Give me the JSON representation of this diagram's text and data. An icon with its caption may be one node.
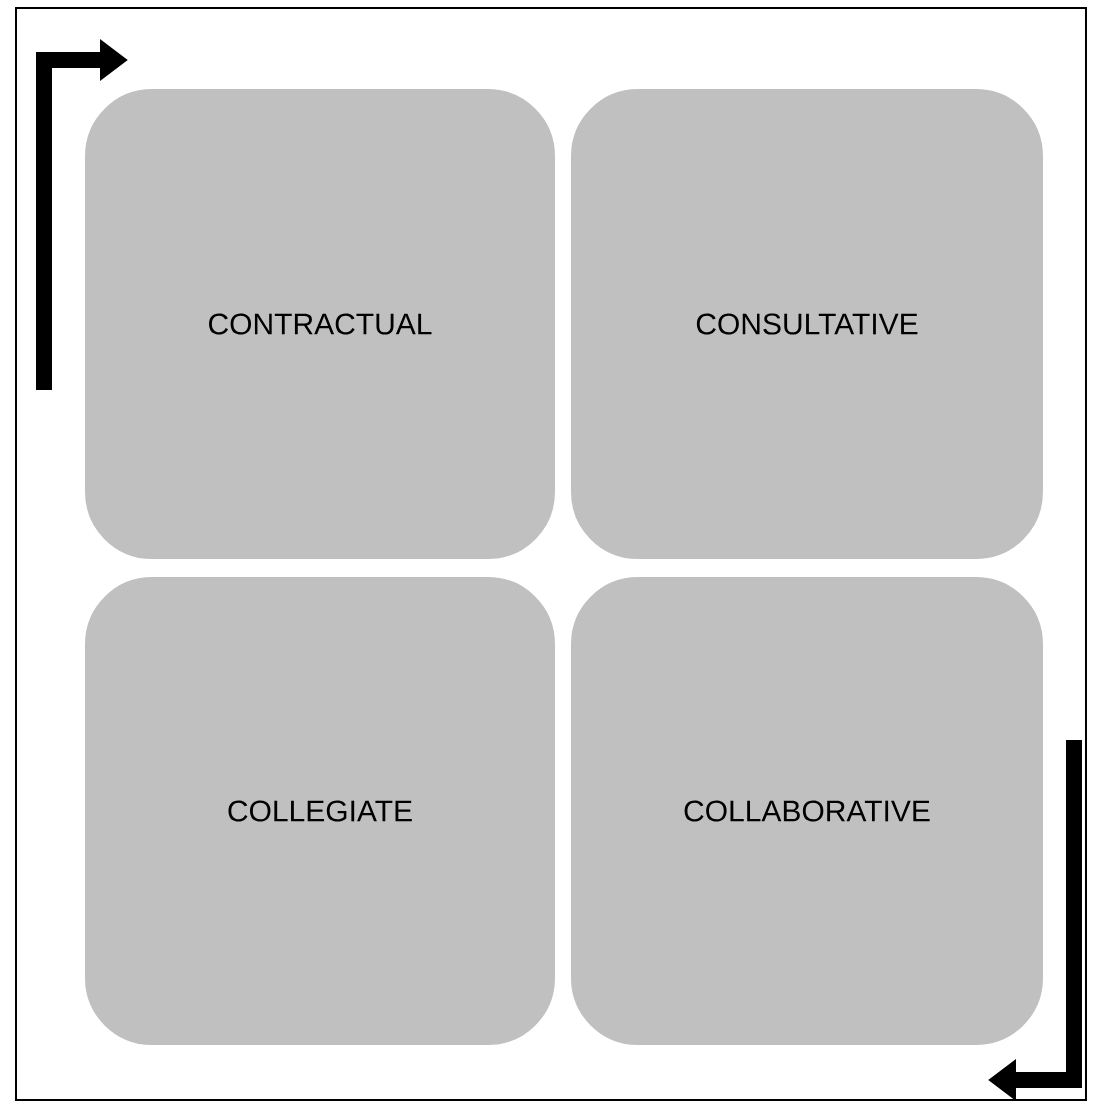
{
  "diagram": {
    "nodes": [
      {
        "text": [
          "CONTRACTUAL"
        ]
      },
      {
        "text": [
          "CONSULTATIVE"
        ]
      },
      {
        "text": [
          "COLLEGIATE"
        ]
      },
      {
        "text": [
          "COLLABORATIVE"
        ]
      }
    ]
  }
}
